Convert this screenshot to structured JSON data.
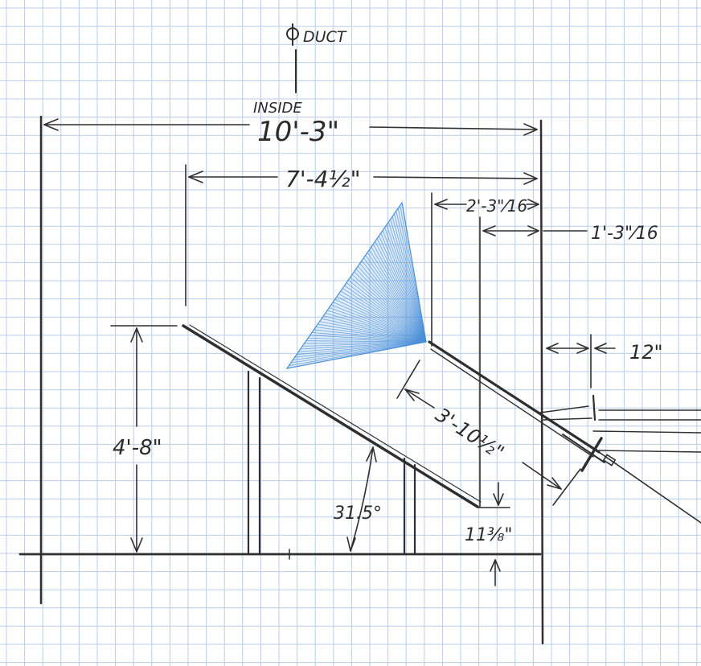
{
  "colors": {
    "paper": "#ffffff",
    "grid": "#b9cde8",
    "ink": "#2f2f2f",
    "fan_blue": "#4a8fd8"
  },
  "labels": {
    "centerline_duct": "DUCT",
    "inside": "INSIDE",
    "overall_width": "10'-3\"",
    "panel_width": "7'-4½\"",
    "upper_offset": "2'-3\"⁄16",
    "lower_offset": "1'-3\"⁄16",
    "height": "4'-8\"",
    "panel_length": "3'-10½\"",
    "angle": "31.5°",
    "small_drop": "11⅜\"",
    "gap": "12\""
  }
}
